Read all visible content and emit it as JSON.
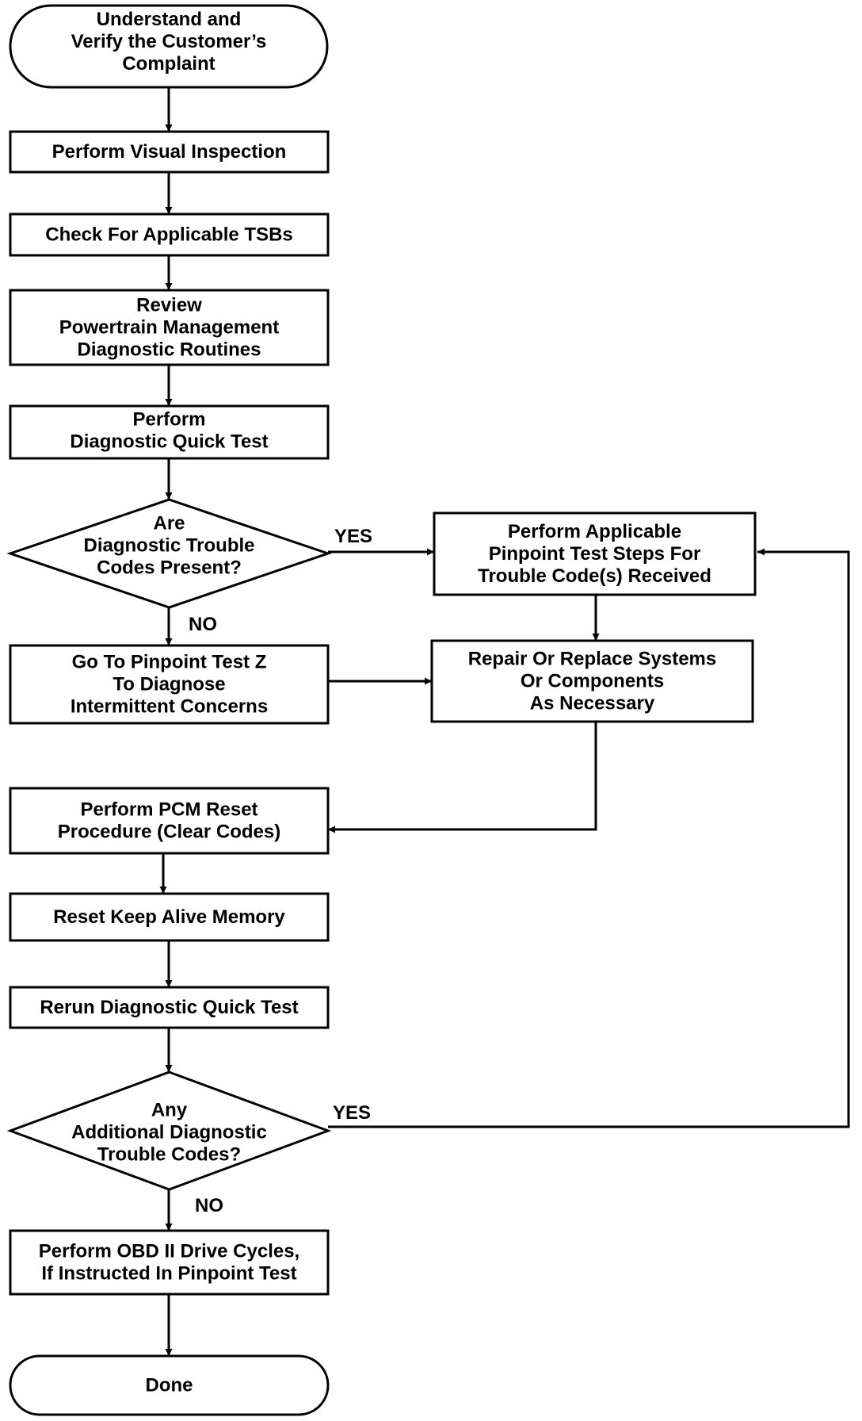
{
  "nodes": [
    {
      "id": "start",
      "shape": "terminal",
      "lines": [
        "Understand and",
        "Verify the Customer’s",
        "Complaint"
      ]
    },
    {
      "id": "visual",
      "shape": "process",
      "lines": [
        "Perform Visual Inspection"
      ]
    },
    {
      "id": "tsb",
      "shape": "process",
      "lines": [
        "Check For Applicable TSBs"
      ]
    },
    {
      "id": "review",
      "shape": "process",
      "lines": [
        "Review",
        "Powertrain Management",
        "Diagnostic Routines"
      ]
    },
    {
      "id": "quicktest",
      "shape": "process",
      "lines": [
        "Perform",
        "Diagnostic Quick Test"
      ]
    },
    {
      "id": "dtc",
      "shape": "decision",
      "lines": [
        "Are",
        "Diagnostic Trouble",
        "Codes Present?"
      ]
    },
    {
      "id": "pinpoint",
      "shape": "process",
      "lines": [
        "Perform Applicable",
        "Pinpoint Test Steps For",
        "Trouble Code(s) Received"
      ]
    },
    {
      "id": "testz",
      "shape": "process",
      "lines": [
        "Go To Pinpoint Test Z",
        "To Diagnose",
        "Intermittent  Concerns"
      ]
    },
    {
      "id": "repair",
      "shape": "process",
      "lines": [
        "Repair Or Replace Systems",
        "Or Components",
        "As Necessary"
      ]
    },
    {
      "id": "pcmreset",
      "shape": "process",
      "lines": [
        "Perform PCM Reset",
        "Procedure (Clear Codes)"
      ]
    },
    {
      "id": "kam",
      "shape": "process",
      "lines": [
        "Reset Keep Alive Memory"
      ]
    },
    {
      "id": "rerun",
      "shape": "process",
      "lines": [
        "Rerun Diagnostic Quick Test"
      ]
    },
    {
      "id": "additional",
      "shape": "decision",
      "lines": [
        "Any",
        "Additional Diagnostic",
        "Trouble Codes?"
      ]
    },
    {
      "id": "obd",
      "shape": "process",
      "lines": [
        "Perform OBD II Drive Cycles,",
        "If Instructed In Pinpoint Test"
      ]
    },
    {
      "id": "done",
      "shape": "terminal",
      "lines": [
        "Done"
      ]
    }
  ],
  "edges": [
    {
      "from": "start",
      "to": "visual"
    },
    {
      "from": "visual",
      "to": "tsb"
    },
    {
      "from": "tsb",
      "to": "review"
    },
    {
      "from": "review",
      "to": "quicktest"
    },
    {
      "from": "quicktest",
      "to": "dtc"
    },
    {
      "from": "dtc",
      "to": "pinpoint",
      "label": "YES"
    },
    {
      "from": "dtc",
      "to": "testz",
      "label": "NO"
    },
    {
      "from": "pinpoint",
      "to": "repair"
    },
    {
      "from": "testz",
      "to": "repair"
    },
    {
      "from": "repair",
      "to": "pcmreset"
    },
    {
      "from": "pcmreset",
      "to": "kam"
    },
    {
      "from": "kam",
      "to": "rerun"
    },
    {
      "from": "rerun",
      "to": "additional"
    },
    {
      "from": "additional",
      "to": "pinpoint",
      "label": "YES"
    },
    {
      "from": "additional",
      "to": "obd",
      "label": "NO"
    },
    {
      "from": "obd",
      "to": "done"
    }
  ]
}
